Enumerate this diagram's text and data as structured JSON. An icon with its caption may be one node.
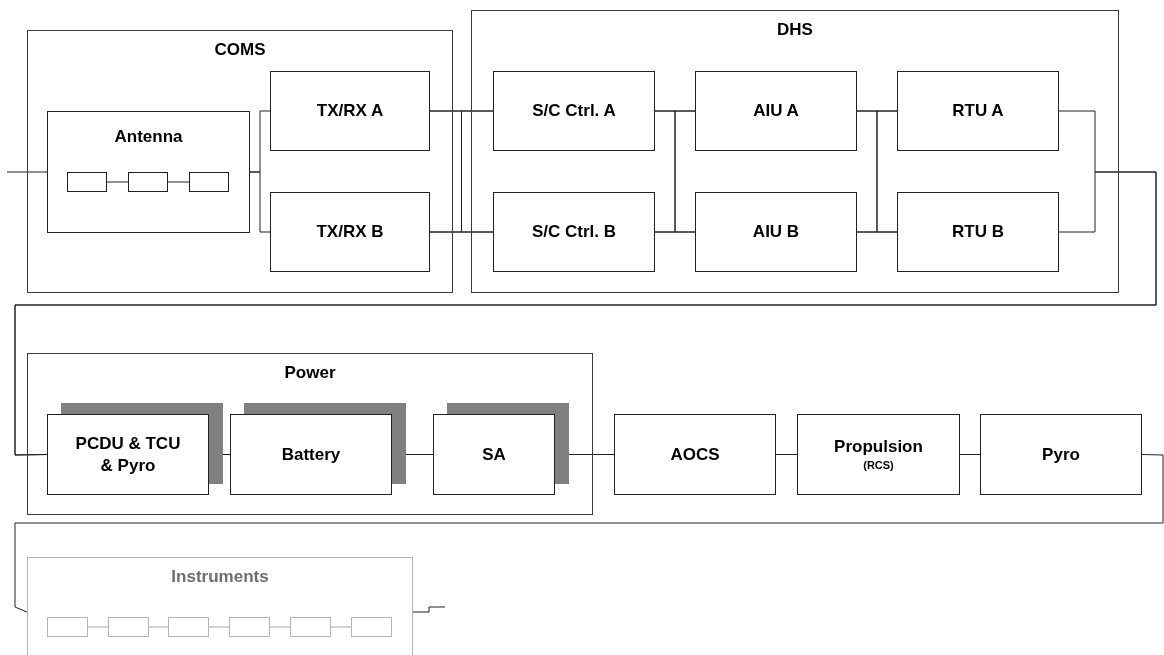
{
  "diagram": {
    "nodes": [
      {
        "text": [
          "COMS"
        ]
      },
      {
        "text": [
          "Antenna"
        ],
        "in": 0
      },
      {
        "text": [],
        "shape": "box",
        "in": 1
      },
      {
        "text": [],
        "shape": "box",
        "in": 1
      },
      {
        "text": [],
        "shape": "box",
        "in": 1
      },
      {
        "text": [
          "TX/RX A"
        ],
        "in": 0
      },
      {
        "text": [
          "TX/RX B"
        ],
        "in": 0
      },
      {
        "text": [
          "DHS"
        ]
      },
      {
        "text": [
          "S/C Ctrl. A"
        ],
        "in": 7
      },
      {
        "text": [
          "S/C Ctrl. B"
        ],
        "in": 7
      },
      {
        "text": [
          "AIU A"
        ],
        "in": 7
      },
      {
        "text": [
          "AIU B"
        ],
        "in": 7
      },
      {
        "text": [
          "RTU A"
        ],
        "in": 7
      },
      {
        "text": [
          "RTU B"
        ],
        "in": 7
      },
      {
        "text": [
          "Power"
        ]
      },
      {
        "text": [
          "PCDU & TCU & Pyro"
        ],
        "in": 14
      },
      {
        "text": [
          "Battery"
        ],
        "in": 14
      },
      {
        "text": [
          "SA"
        ],
        "in": 14
      },
      {
        "text": [
          "AOCS"
        ]
      },
      {
        "text": [
          "Propulsion",
          "(RCS)"
        ]
      },
      {
        "text": [
          "Pyro"
        ]
      },
      {
        "text": [
          "Instruments"
        ]
      },
      {
        "text": [],
        "shape": "box",
        "in": 21
      },
      {
        "text": [],
        "shape": "box",
        "in": 21
      },
      {
        "text": [],
        "shape": "box",
        "in": 21
      },
      {
        "text": [],
        "shape": "box",
        "in": 21
      },
      {
        "text": [],
        "shape": "box",
        "in": 21
      },
      {
        "text": [],
        "shape": "box",
        "in": 21
      }
    ],
    "edges": [
      {
        "from": null,
        "to": 1,
        "arrow": "none"
      },
      {
        "from": 1,
        "to": 5,
        "arrow": "none"
      },
      {
        "from": 1,
        "to": 6,
        "arrow": "none"
      },
      {
        "from": 2,
        "to": 3,
        "arrow": "none"
      },
      {
        "from": 3,
        "to": 4,
        "arrow": "none"
      },
      {
        "from": 5,
        "to": 8,
        "arrow": "none"
      },
      {
        "from": 5,
        "to": 9,
        "arrow": "none"
      },
      {
        "from": 6,
        "to": 8,
        "arrow": "none"
      },
      {
        "from": 6,
        "to": 9,
        "arrow": "none"
      },
      {
        "from": 8,
        "to": 10,
        "arrow": "none"
      },
      {
        "from": 8,
        "to": 11,
        "arrow": "none"
      },
      {
        "from": 9,
        "to": 10,
        "arrow": "none"
      },
      {
        "from": 9,
        "to": 11,
        "arrow": "none"
      },
      {
        "from": 10,
        "to": 12,
        "arrow": "none"
      },
      {
        "from": 10,
        "to": 13,
        "arrow": "none"
      },
      {
        "from": 11,
        "to": 12,
        "arrow": "none"
      },
      {
        "from": 11,
        "to": 13,
        "arrow": "none"
      },
      {
        "from": 12,
        "to": 15,
        "arrow": "none"
      },
      {
        "from": 13,
        "to": 15,
        "arrow": "none"
      },
      {
        "from": 15,
        "to": 16,
        "arrow": "none"
      },
      {
        "from": 16,
        "to": 17,
        "arrow": "none"
      },
      {
        "from": 17,
        "to": 18,
        "arrow": "none"
      },
      {
        "from": 18,
        "to": 19,
        "arrow": "none"
      },
      {
        "from": 19,
        "to": 20,
        "arrow": "none"
      },
      {
        "from": 20,
        "to": 21,
        "arrow": "none"
      },
      {
        "from": 21,
        "to": null,
        "arrow": "none"
      },
      {
        "from": 22,
        "to": 23,
        "arrow": "none",
        "color": "#a6a6a6"
      },
      {
        "from": 23,
        "to": 24,
        "arrow": "none",
        "color": "#a6a6a6"
      },
      {
        "from": 24,
        "to": 25,
        "arrow": "none",
        "color": "#a6a6a6"
      },
      {
        "from": 25,
        "to": 26,
        "arrow": "none",
        "color": "#a6a6a6"
      },
      {
        "from": 26,
        "to": 27,
        "arrow": "none",
        "color": "#a6a6a6"
      }
    ]
  }
}
